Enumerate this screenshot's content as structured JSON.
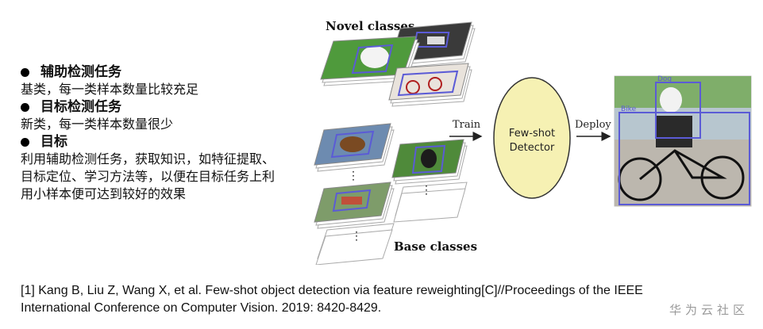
{
  "left_panel": {
    "aux_task_title": "辅助检测任务",
    "aux_task_desc": "基类，每一类样本数量比较充足",
    "target_task_title": "目标检测任务",
    "target_task_desc": "新类，每一类样本数量很少",
    "goal_title": "目标",
    "goal_desc": "利用辅助检测任务，获取知识，如特征提取、目标定位、学习方法等，以便在目标任务上利用小样本便可达到较好的效果"
  },
  "diagram": {
    "novel_label": "Novel classes",
    "base_label": "Base classes",
    "train_label": "Train",
    "deploy_label": "Deploy",
    "detector_line1": "Few-shot",
    "detector_line2": "Detector",
    "ellipsis": "⋮",
    "detection_tags": [
      "Dog",
      "Bike"
    ],
    "colors": {
      "detector_fill": "#f6f1b3",
      "box_color": "#5b5bd6"
    }
  },
  "reference": {
    "line1": "[1] Kang B, Liu Z, Wang X, et al. Few-shot object detection via feature reweighting[C]//Proceedings of the IEEE",
    "line2": "International Conference on Computer Vision. 2019: 8420-8429."
  },
  "watermark": "华为云社区"
}
